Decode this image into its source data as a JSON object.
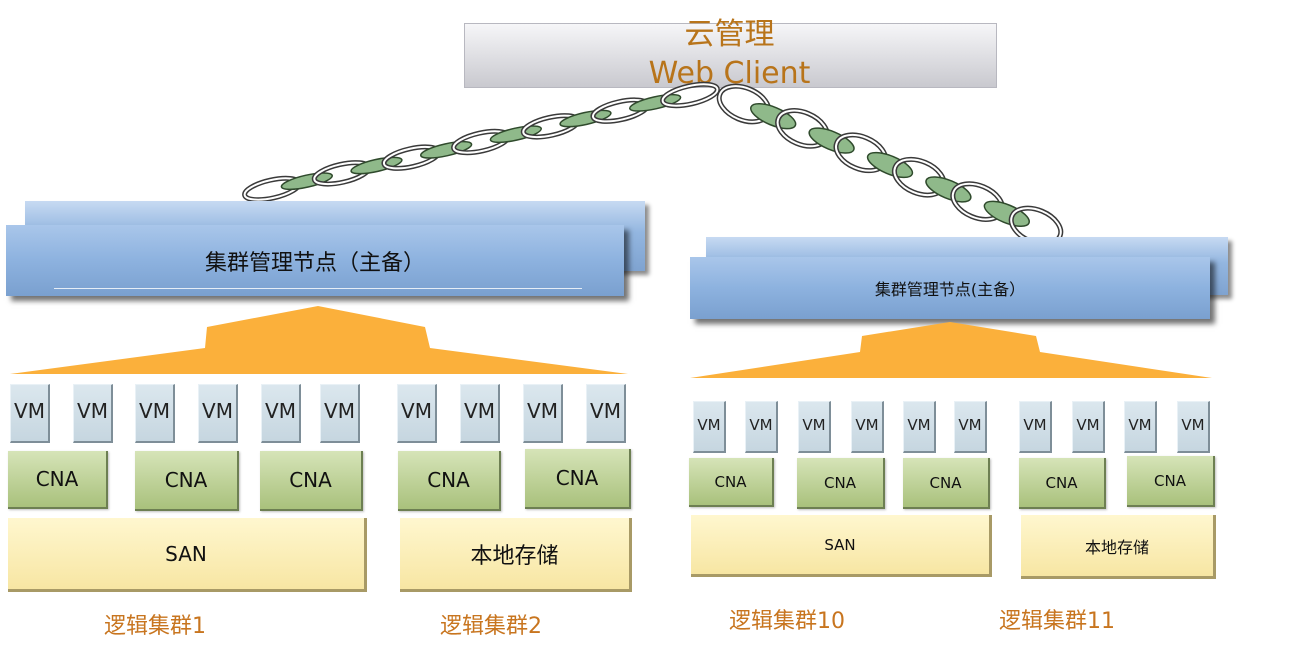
{
  "top": {
    "line1": "云管理",
    "line2": "Web Client"
  },
  "left_domain": {
    "mgmt_label": "集群管理节点（主备）",
    "vm_label": "VM",
    "cna_label": "CNA",
    "storage": [
      "SAN",
      "本地存储"
    ],
    "clusters": [
      "逻辑集群1",
      "逻辑集群2"
    ]
  },
  "right_domain": {
    "mgmt_label": "集群管理节点(主备）",
    "vm_label": "VM",
    "cna_label": "CNA",
    "storage": [
      "SAN",
      "本地存储"
    ],
    "clusters": [
      "逻辑集群10",
      "逻辑集群11"
    ]
  },
  "colors": {
    "title_text": "#b8741a",
    "cluster_label": "#c8751f",
    "arrow": "#fbb03b",
    "chain_green": "#8fb98a",
    "mgmt_blue": "#8db2df",
    "cna_green": "#b7cd8f",
    "storage_yellow": "#f8e8a8",
    "vm_gray": "#cfdde6"
  }
}
